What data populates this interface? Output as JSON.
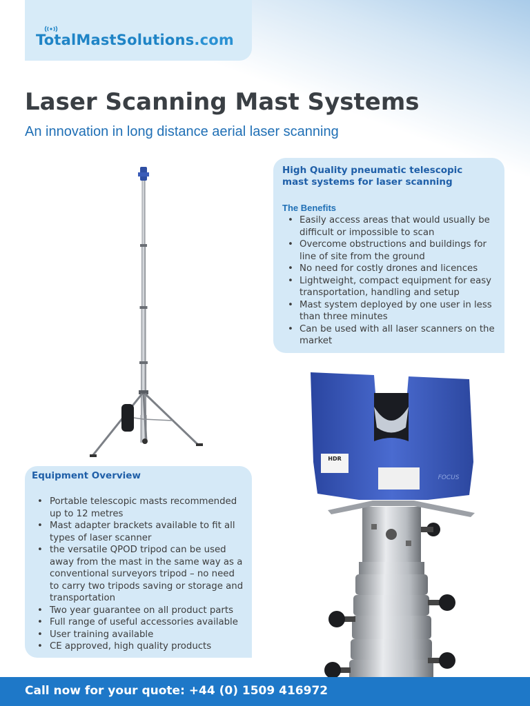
{
  "logo": {
    "brand": "TotalMastSolutions",
    "tld": ".com"
  },
  "title": "Laser Scanning Mast Systems",
  "subtitle": "An innovation in long distance aerial laser scanning",
  "benefits_panel": {
    "heading_line1": "High Quality pneumatic telescopic",
    "heading_line2": "mast systems for laser scanning",
    "subheading": "The Benefits",
    "items": [
      "Easily access areas that would usually be difficult or impossible to scan",
      "Overcome obstructions and buildings for line of site from the ground",
      "No need for costly drones and licences",
      "Lightweight, compact equipment for easy transportation, handling and setup",
      "Mast system deployed by one user in less than three minutes",
      "Can be used with all laser scanners on the market"
    ]
  },
  "overview_panel": {
    "heading": "Equipment Overview",
    "items": [
      "Portable telescopic masts recommended up to 12 metres",
      "Mast adapter brackets available to fit all types of laser scanner",
      "the versatile QPOD tripod can be used away from the mast in the same way as a conventional surveyors tripod – no need to carry two tripods saving or storage and transportation",
      "Two year guarantee on all product parts",
      "Full range of useful accessories available",
      "User training available",
      "CE approved, high quality products"
    ]
  },
  "scanner_labels": {
    "brand_plate": "HDR",
    "model_mark": "FOCUS"
  },
  "footer": {
    "cta": "Call now for your quote: +44 (0) 1509 416972"
  },
  "colors": {
    "accent": "#1e78c8",
    "panel": "#d5e9f7",
    "heading": "#1f5fa8",
    "title": "#3a3f44"
  }
}
